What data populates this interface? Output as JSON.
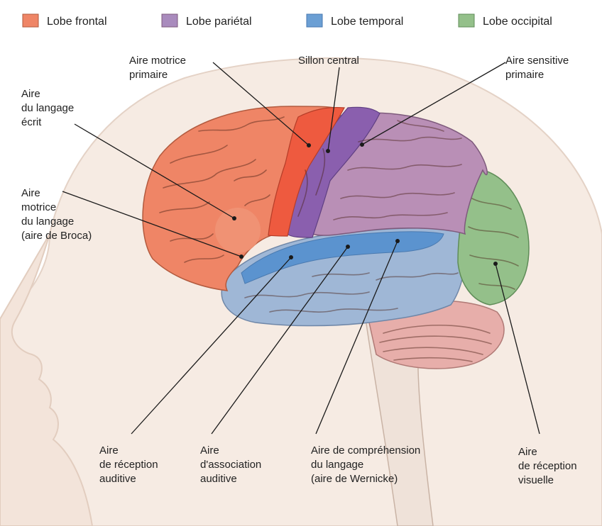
{
  "legend": [
    {
      "label": "Lobe frontal",
      "color": "#ef8566"
    },
    {
      "label": "Lobe pariétal",
      "color": "#a98bbd"
    },
    {
      "label": "Lobe temporal",
      "color": "#6b9fd4"
    },
    {
      "label": "Lobe occipital",
      "color": "#94c08a"
    }
  ],
  "labels": {
    "motor_primary": [
      "Aire motrice",
      "primaire"
    ],
    "central_sulcus": [
      "Sillon central"
    ],
    "sensory_primary": [
      "Aire sensitive",
      "primaire"
    ],
    "written_language": [
      "Aire",
      "du langage",
      "écrit"
    ],
    "broca": [
      "Aire",
      "motrice",
      "du langage",
      "(aire de Broca)"
    ],
    "auditory_recept": [
      "Aire",
      "de réception",
      "auditive"
    ],
    "auditory_assoc": [
      "Aire",
      "d'association",
      "auditive"
    ],
    "wernicke": [
      "Aire de compréhension",
      "du langage",
      "(aire de Wernicke)"
    ],
    "visual_recept": [
      "Aire",
      "de réception",
      "visuelle"
    ]
  },
  "colors": {
    "frontal": "#ef8566",
    "motor": "#ee5a3f",
    "parietal": "#b98fb6",
    "sensory": "#8a5fae",
    "temporal": "#9fb7d6",
    "temporal_band": "#5b93cf",
    "occipital": "#94c08a",
    "cerebellum": "#e7aeaa",
    "head": "#f7ece4"
  }
}
